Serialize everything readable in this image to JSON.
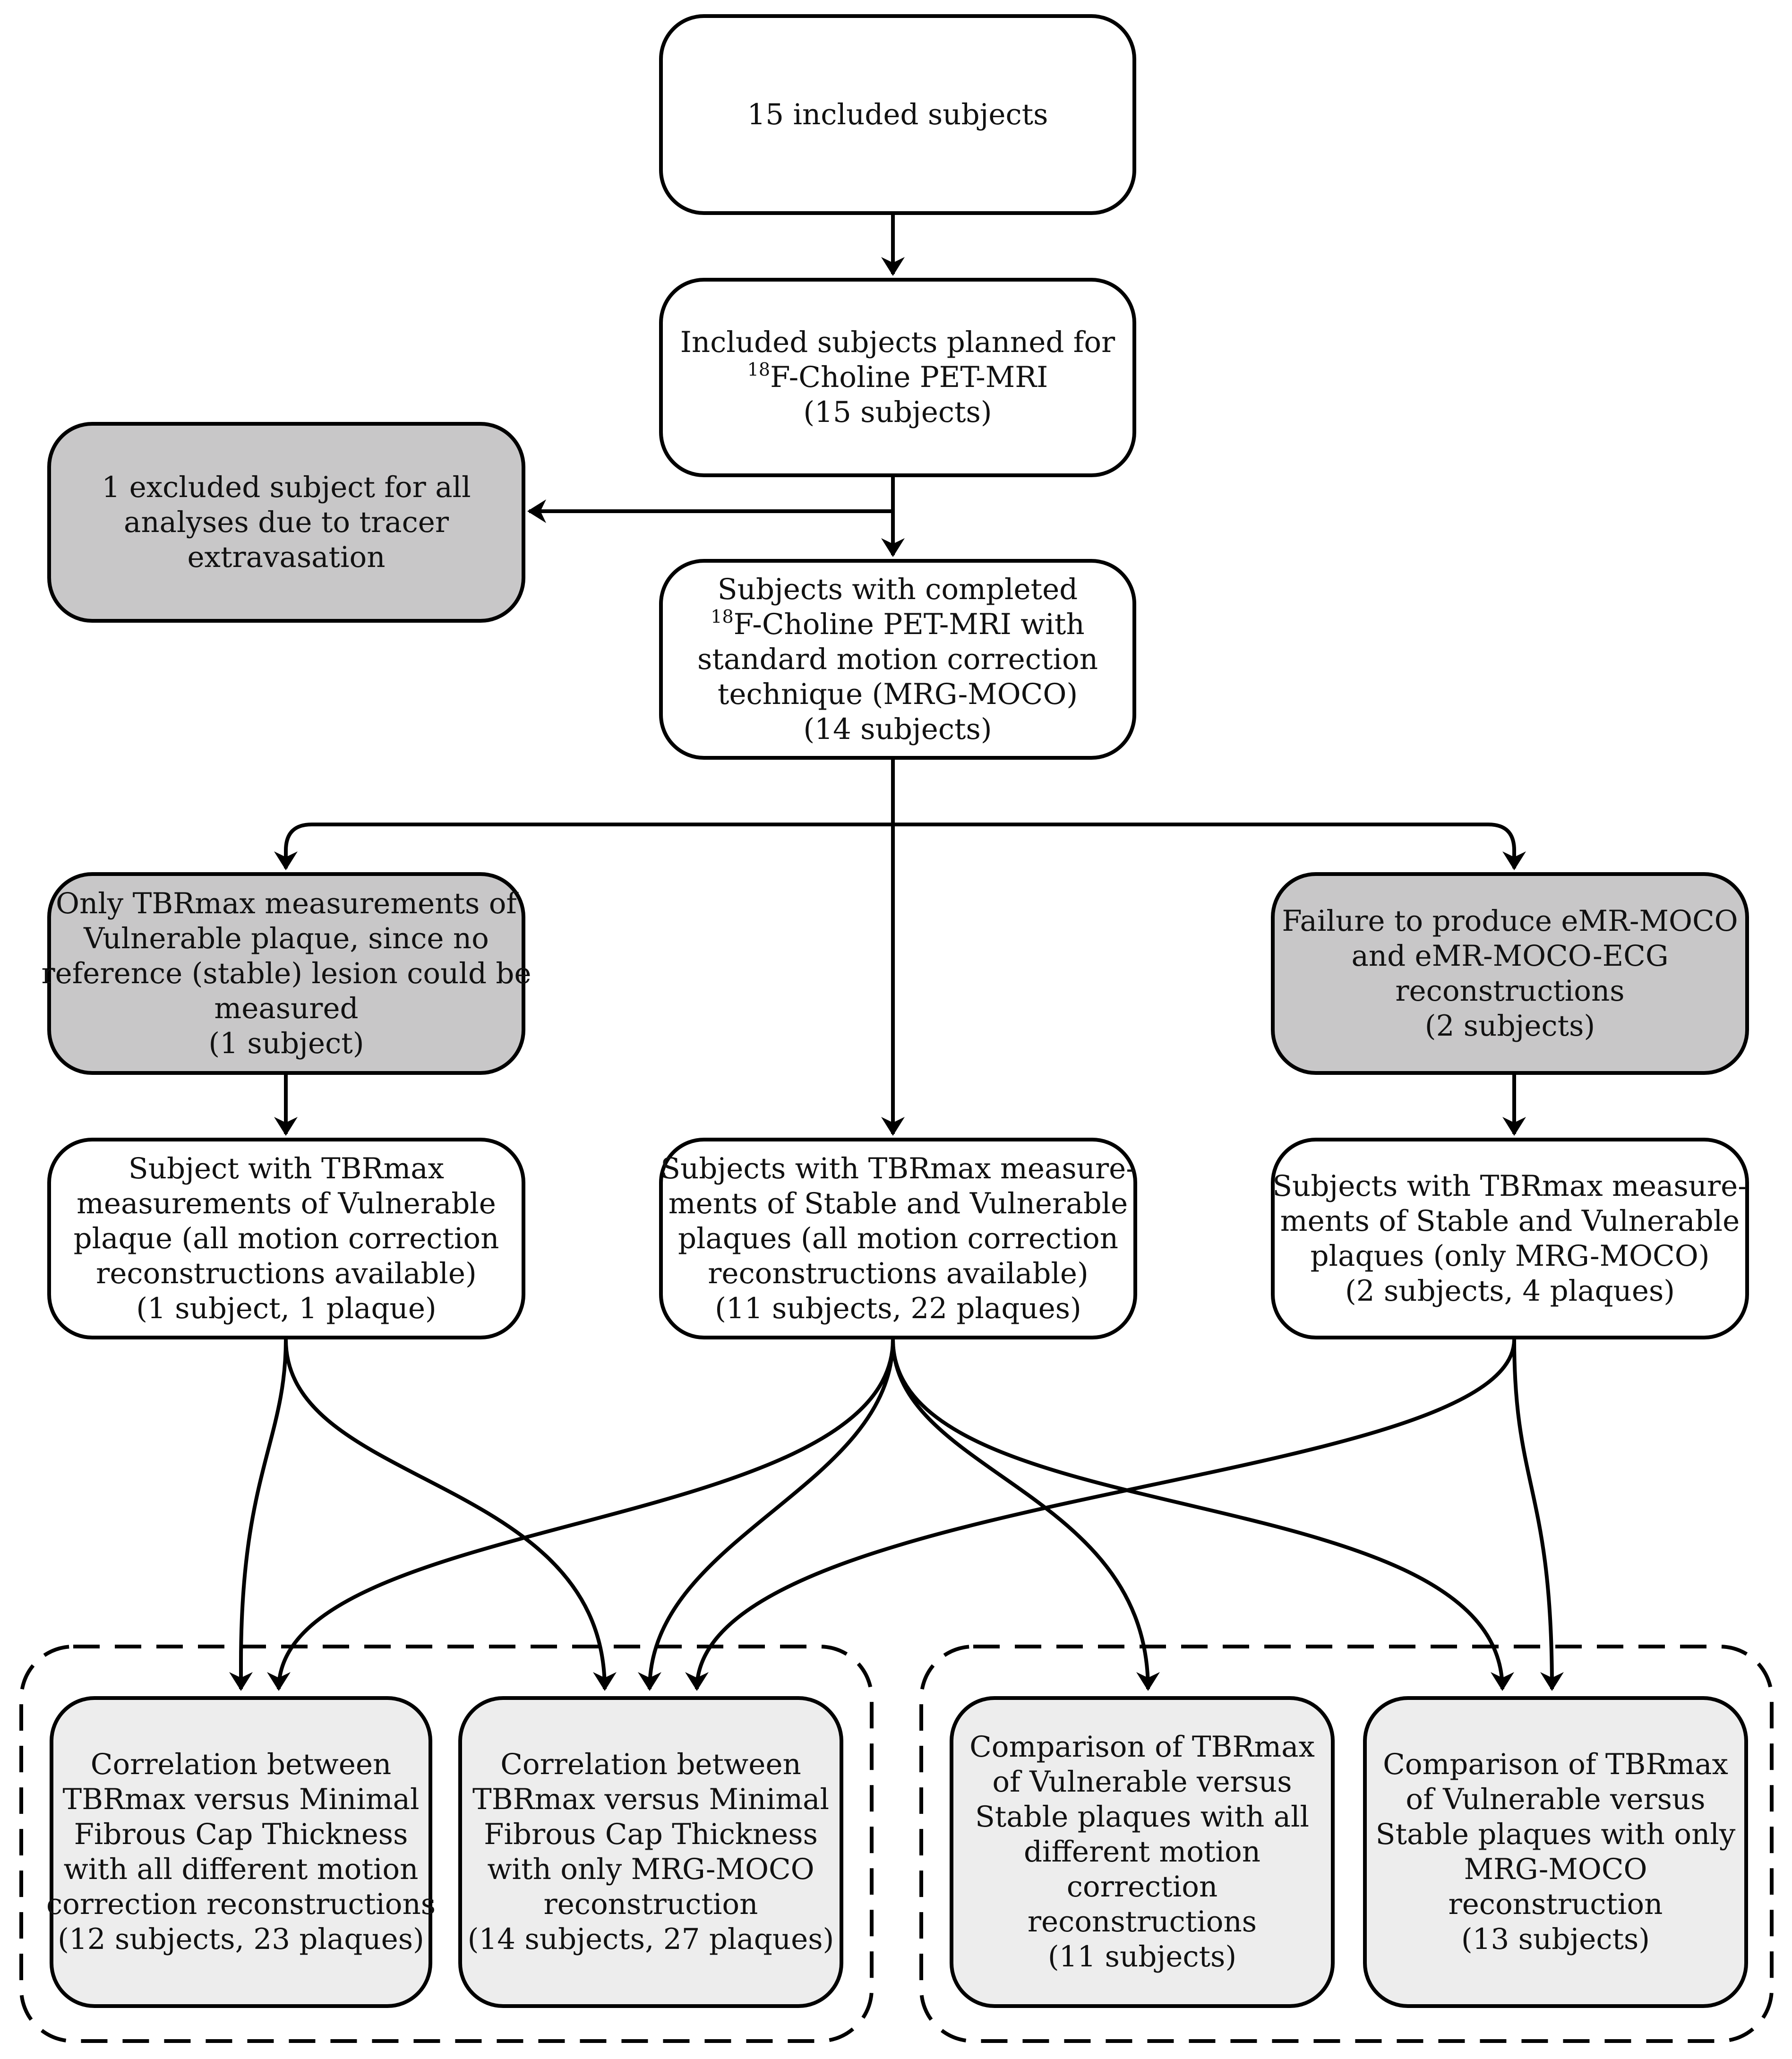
{
  "boxes": {
    "included": {
      "lines": [
        "15 included subjects"
      ]
    },
    "planned": {
      "lines": [
        "Included subjects planned for"
      ],
      "iso_sup": "18",
      "iso_line": "F-Choline PET-MRI",
      "lines_after": [
        "(15 subjects)"
      ]
    },
    "excluded": {
      "lines": [
        "1 excluded subject for all",
        "analyses due to tracer",
        "extravasation"
      ]
    },
    "completed": {
      "lines_before": [
        "Subjects with completed"
      ],
      "iso_sup": "18",
      "iso_line": "F-Choline PET-MRI with",
      "lines_after": [
        "standard motion correction",
        "technique (MRG-MOCO)",
        "(14 subjects)"
      ]
    },
    "only_vulnerable": {
      "lines": [
        "Only TBRmax measurements of",
        "Vulnerable plaque, since no",
        "reference (stable) lesion could be",
        "measured",
        "(1 subject)"
      ]
    },
    "failure": {
      "lines": [
        "Failure to produce eMR-MOCO",
        "and eMR-MOCO-ECG",
        "reconstructions",
        "(2 subjects)"
      ]
    },
    "subj_left": {
      "lines": [
        "Subject with TBRmax",
        "measurements of Vulnerable",
        "plaque (all motion correction",
        "reconstructions available)",
        "(1 subject, 1 plaque)"
      ]
    },
    "subj_mid": {
      "lines": [
        "Subjects with TBRmax measure-",
        "ments of Stable and Vulnerable",
        "plaques (all motion correction",
        "reconstructions available)",
        "(11 subjects, 22 plaques)"
      ]
    },
    "subj_right": {
      "lines": [
        "Subjects with TBRmax measure-",
        "ments of Stable and Vulnerable",
        "plaques (only MRG-MOCO)",
        "(2 subjects, 4 plaques)"
      ]
    },
    "out1": {
      "lines": [
        "Correlation between",
        "TBRmax versus Minimal",
        "Fibrous Cap Thickness",
        "with all different motion",
        "correction reconstructions",
        "(12 subjects, 23 plaques)"
      ]
    },
    "out2": {
      "lines": [
        "Correlation between",
        "TBRmax versus Minimal",
        "Fibrous Cap Thickness",
        "with only MRG-MOCO",
        "reconstruction",
        "(14 subjects, 27 plaques)"
      ]
    },
    "out3": {
      "lines": [
        "Comparison of TBRmax",
        "of Vulnerable versus",
        "Stable plaques with all",
        "different motion",
        "correction",
        "reconstructions",
        "(11 subjects)"
      ]
    },
    "out4": {
      "lines": [
        "Comparison of TBRmax",
        "of Vulnerable versus",
        "Stable plaques with only",
        "MRG-MOCO",
        "reconstruction",
        "(13 subjects)"
      ]
    }
  },
  "style": {
    "stroke": "#000000",
    "fill_white": "#ffffff",
    "fill_grey": "#c8c7c8",
    "fill_light": "#ededed"
  }
}
